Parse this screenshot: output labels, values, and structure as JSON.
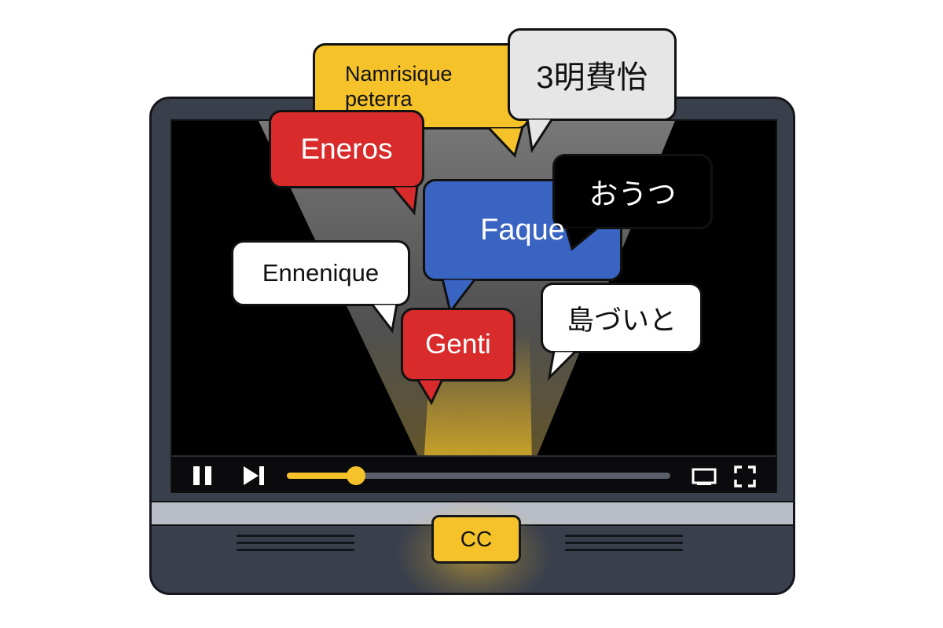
{
  "player": {
    "progress": 0.18,
    "controls": {
      "pause": "pause-icon",
      "next": "skip-next-icon",
      "miniplayer": "miniplayer-icon",
      "fullscreen": "fullscreen-icon"
    },
    "cc_label": "CC",
    "accent": "#f5c22a"
  },
  "captions": [
    {
      "text": "Namrisique\npeterra",
      "color": "#f5c22a",
      "text_color": "#111111"
    },
    {
      "text": "3明費怡",
      "color": "#e6e6e6",
      "text_color": "#111111"
    },
    {
      "text": "Eneros",
      "color": "#d92b2b",
      "text_color": "#ffffff"
    },
    {
      "text": "Faque",
      "color": "#3a64c2",
      "text_color": "#ffffff"
    },
    {
      "text": "おうつ",
      "color": "#000000",
      "text_color": "#ffffff"
    },
    {
      "text": "Ennenique",
      "color": "#ffffff",
      "text_color": "#111111"
    },
    {
      "text": "Genti",
      "color": "#d92b2b",
      "text_color": "#ffffff"
    },
    {
      "text": "島づいと",
      "color": "#ffffff",
      "text_color": "#111111"
    }
  ]
}
